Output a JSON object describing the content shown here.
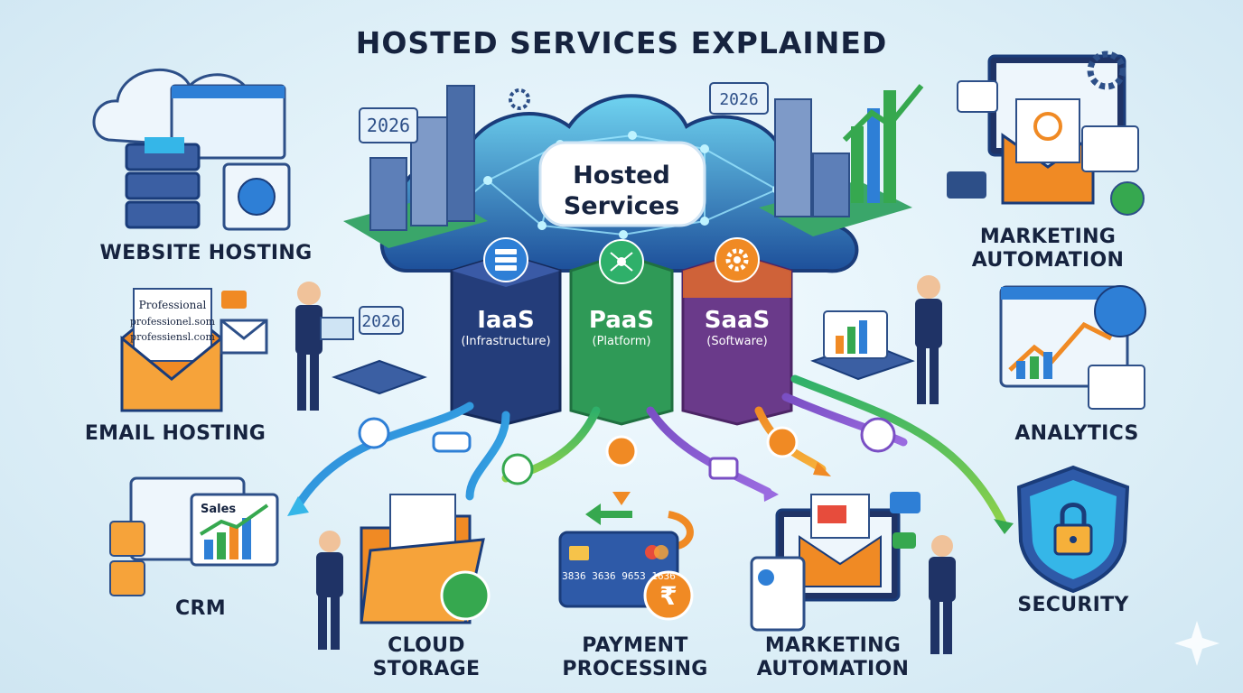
{
  "title": "HOSTED SERVICES EXPLAINED",
  "hub": {
    "line1": "Hosted",
    "line2": "Services"
  },
  "pillars": [
    {
      "name": "IaaS",
      "sub": "(Infrastructure)",
      "color": "#243d7a"
    },
    {
      "name": "PaaS",
      "sub": "(Platform)",
      "color": "#2f9a57"
    },
    {
      "name": "SaaS",
      "sub": "(Software)",
      "color": "#6a3a8a"
    }
  ],
  "year_badge": "2026",
  "services": {
    "website_hosting": "WEBSITE HOSTING",
    "email_hosting": "EMAIL HOSTING",
    "crm": "CRM",
    "cloud_storage": {
      "line1": "CLOUD",
      "line2": "STORAGE"
    },
    "payment_processing": {
      "line1": "PAYMENT",
      "line2": "PROCESSING"
    },
    "marketing_automation_bottom": {
      "line1": "MARKETING",
      "line2": "AUTOMATION"
    },
    "marketing_automation_top": {
      "line1": "MARKETING",
      "line2": "AUTOMATION"
    },
    "analytics": "ANALYTICS",
    "security": "SECURITY"
  },
  "crm_chart_label": "Sales",
  "email_sheet_text": [
    "Professional",
    "professionel.som",
    "professiensl.com"
  ],
  "card_number": "3836 3636 9653 1636",
  "currency_symbol": "₹",
  "colors": {
    "accent_orange": "#f08a24",
    "accent_green": "#36a84f",
    "accent_blue": "#2e7fd6",
    "accent_purple": "#7a4fc4",
    "dark_navy": "#16233f"
  }
}
